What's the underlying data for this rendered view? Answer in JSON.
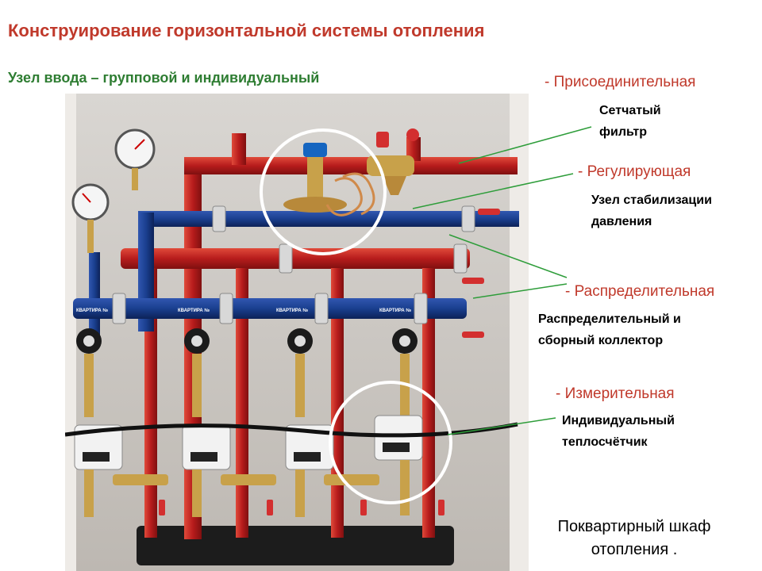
{
  "slide": {
    "title": "Конструирование горизонтальной системы отопления",
    "subtitle": "Узел ввода – групповой и индивидуальный"
  },
  "photo": {
    "apartment_labels": [
      "КВАРТИРА №",
      "КВАРТИРА №",
      "КВАРТИРА №",
      "КВАРТИРА №"
    ]
  },
  "labels": [
    {
      "category": "- Присоединительная",
      "detail_lines": [
        "Сетчатый",
        "фильтр"
      ]
    },
    {
      "category": "- Регулирующая",
      "detail_lines": [
        "Узел стабилизации",
        "давления"
      ]
    },
    {
      "category": "- Распределительная",
      "detail_lines": [
        "Распределительный и",
        "сборный коллектор"
      ]
    },
    {
      "category": "- Измерительная",
      "detail_lines": [
        "Индивидуальный",
        "теплосчётчик"
      ]
    }
  ],
  "caption": {
    "lines": [
      "Поквартирный шкаф",
      "отопления ."
    ]
  },
  "colors": {
    "title": "#c0392b",
    "subtitle": "#2e7d32",
    "connector": "#2e9d3a",
    "highlight_circle": "#ffffff",
    "supply_pipe": "#c62828",
    "return_pipe": "#1a3f8f",
    "brass": "#c8a14a"
  }
}
